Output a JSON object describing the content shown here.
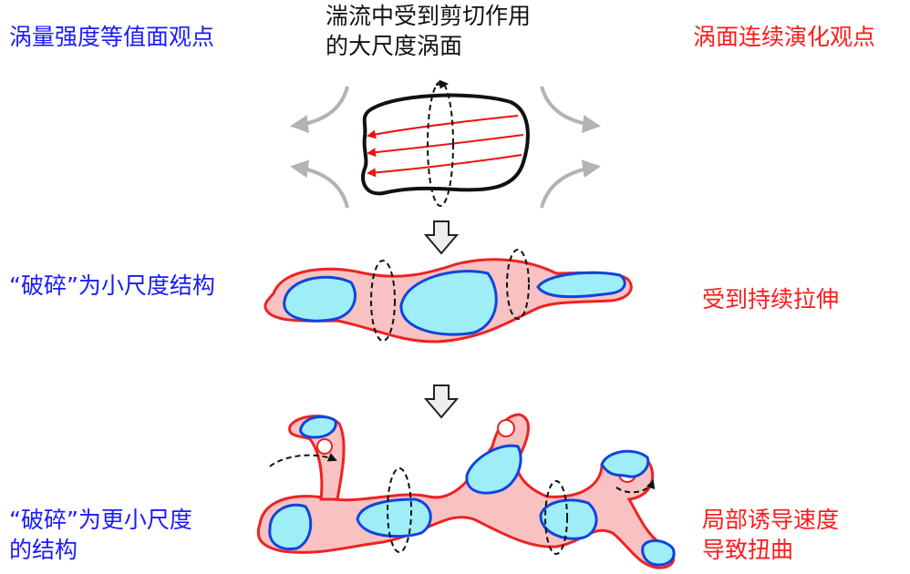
{
  "left_labels": {
    "title": "涡量强度等值面观点",
    "stage2": "“破碎”为小尺度结构",
    "stage3_line1": "“破碎”为更小尺度",
    "stage3_line2": "的结构"
  },
  "center_labels": {
    "title_line1": "湍流中受到剪切作用",
    "title_line2": "的大尺度涡面"
  },
  "right_labels": {
    "title": "涡面连续演化观点",
    "stage2": "受到持续拉伸",
    "stage3_line1": "局部诱导速度",
    "stage3_line2": "导致扭曲"
  },
  "colors": {
    "left_text": "#1a1aff",
    "right_text": "#ff1a1a",
    "tube_fill": "#f9c2c2",
    "tube_stroke": "#ee2222",
    "blob_fill": "#9feef7",
    "blob_stroke": "#1144dd",
    "flow_arrows": "#b3b3b3"
  }
}
